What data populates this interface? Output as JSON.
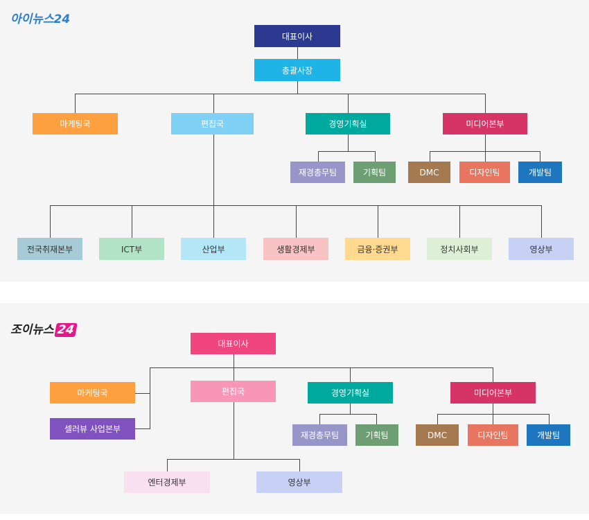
{
  "inews": {
    "logo": "아이뉴스24",
    "ceo": "대표이사",
    "president": "총괄사장",
    "depts": [
      "마케팅국",
      "편집국",
      "경영기획실",
      "미디어본부"
    ],
    "planning_teams": [
      "재경총무팀",
      "기획팀"
    ],
    "media_teams": [
      "DMC",
      "디자인팀",
      "개발팀"
    ],
    "editorial_desks": [
      "전국취재본부",
      "ICT부",
      "산업부",
      "생활경제부",
      "금융·증권부",
      "정치사회부",
      "영상부"
    ]
  },
  "joy": {
    "logo_text": "조이뉴스",
    "logo_badge": "24",
    "ceo": "대표이사",
    "left": [
      "마케팅국",
      "셀러뷰 사업본부"
    ],
    "depts": [
      "편집국",
      "경영기획실",
      "미디어본부"
    ],
    "planning_teams": [
      "재경총무팀",
      "기획팀"
    ],
    "media_teams": [
      "DMC",
      "디자인팀",
      "개발팀"
    ],
    "editorial_desks": [
      "엔터경제부",
      "영상부"
    ]
  }
}
